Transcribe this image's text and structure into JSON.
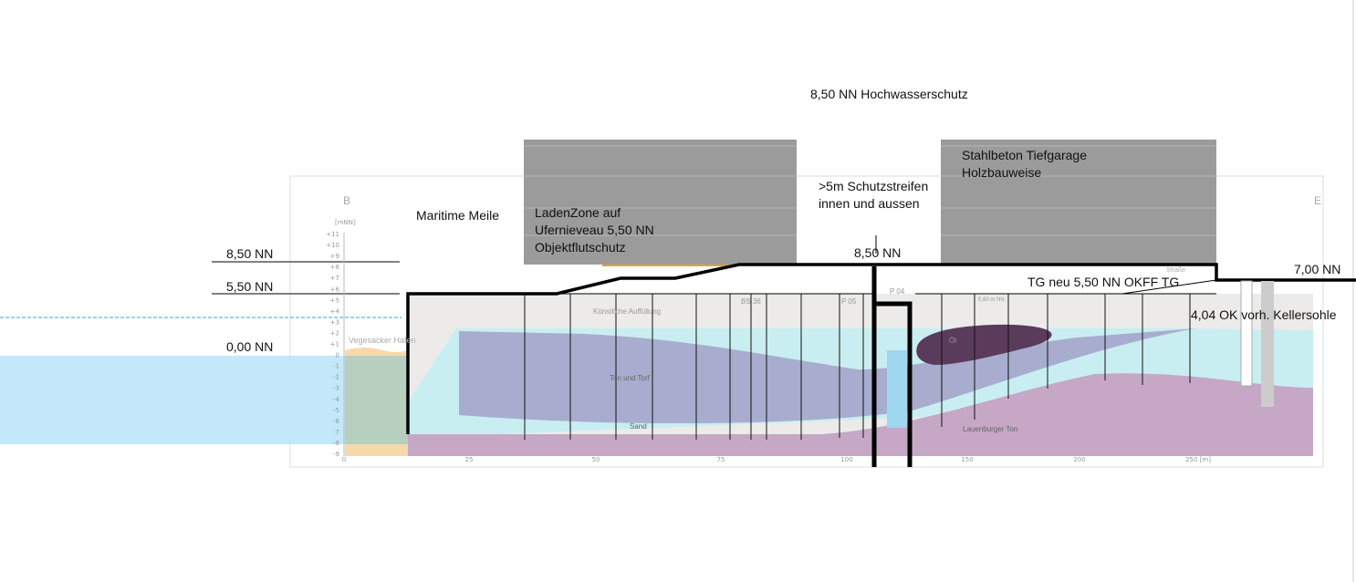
{
  "title": "8,50 NN Hochwasserschutz",
  "labels": {
    "maritime": "Maritime Meile",
    "laden1": "LadenZone auf",
    "laden2": "Ufernieveau 5,50 NN",
    "laden3": "Objektflutschutz",
    "schutz1": ">5m Schutzstreifen",
    "schutz2": "innen und aussen",
    "nn850mid": "8,50 NN",
    "stahl1": "Stahlbeton Tiefgarage",
    "stahl2": "Holzbauweise",
    "nn850": "8,50 NN",
    "nn550": "5,50 NN",
    "nn000": "0,00 NN",
    "nn700": "7,00 NN",
    "tg": "TG neu 5,50 NN OKFF TG",
    "keller": "4,04 OK vorh. Kellersohle"
  },
  "section": {
    "left_mark": "B",
    "right_mark": "E",
    "unit": "[mNN]",
    "y_ticks": [
      "+11",
      "+10",
      "+9",
      "+8",
      "+7",
      "+6",
      "+5",
      "+4",
      "+3",
      "+2",
      "+1",
      "0",
      "-1",
      "-2",
      "-3",
      "-4",
      "-5",
      "-6",
      "-7",
      "-8",
      "-9"
    ],
    "x_ticks": [
      "0",
      "25",
      "50",
      "75",
      "100",
      "150",
      "200",
      "250 [m]"
    ],
    "layers": {
      "hafen": "Vegesacker Hafen",
      "auffuellung": "Künstliche Auffüllung",
      "ton_torf": "Ton und Torf",
      "sand": "Sand",
      "lauenburger": "Lauenburger Ton",
      "oil": "Öl"
    },
    "points": [
      "BS 36",
      "P 05",
      "P 04",
      "5,60 m NN",
      "Straße"
    ]
  },
  "colors": {
    "water": "#bde5f8",
    "ton_torf": "#a8adcf",
    "sand": "#c9eef1",
    "lauenburger": "#c6a7c6",
    "oil": "#5a3b5c",
    "building": "#9b9b9b"
  }
}
